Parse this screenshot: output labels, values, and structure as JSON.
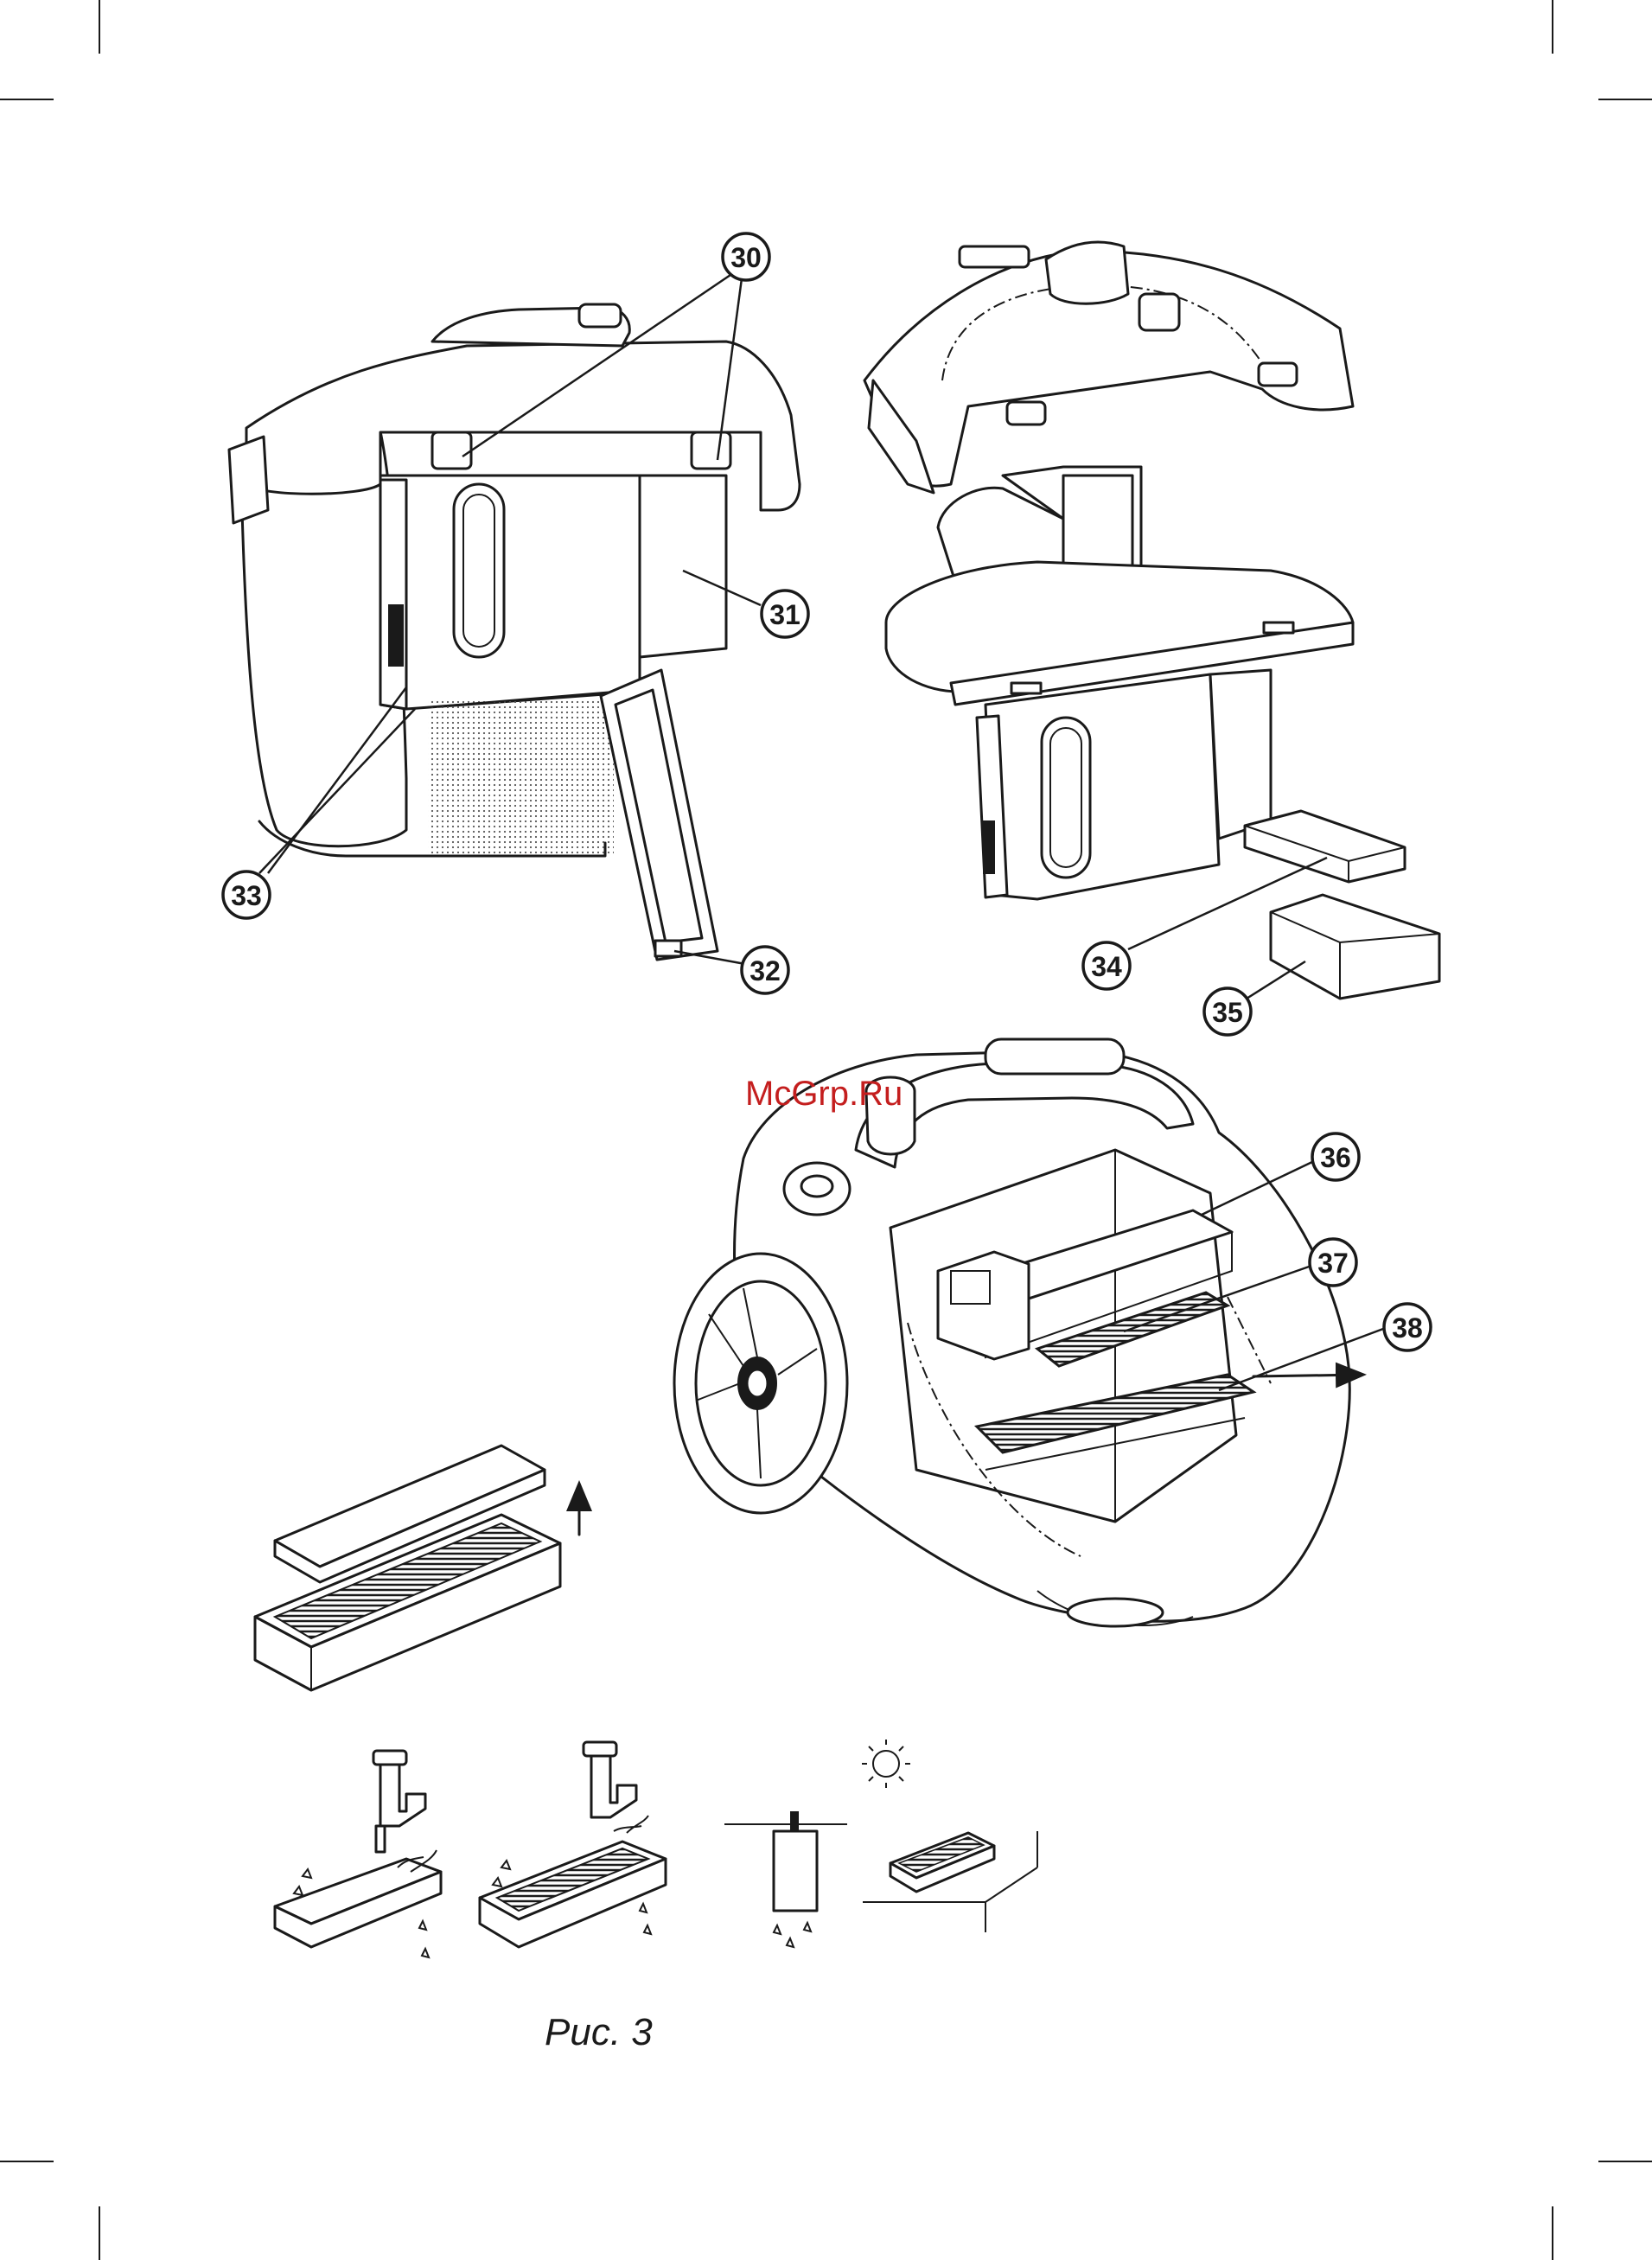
{
  "figure": {
    "caption": "Рис. 3",
    "watermark": "McGrp.Ru"
  },
  "callouts": [
    {
      "id": "30",
      "label": "30"
    },
    {
      "id": "31",
      "label": "31"
    },
    {
      "id": "32",
      "label": "32"
    },
    {
      "id": "33",
      "label": "33"
    },
    {
      "id": "34",
      "label": "34"
    },
    {
      "id": "35",
      "label": "35"
    },
    {
      "id": "36",
      "label": "36"
    },
    {
      "id": "37",
      "label": "37"
    },
    {
      "id": "38",
      "label": "38"
    }
  ]
}
